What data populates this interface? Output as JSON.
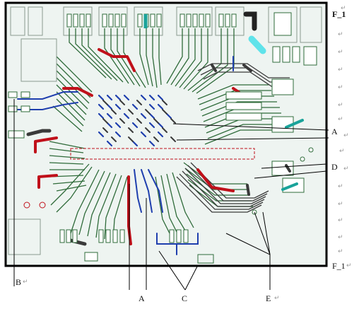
{
  "labels": {
    "top_right": "F_1",
    "bottom_right": "F_1",
    "callout_a_right": "A",
    "callout_d": "D",
    "callout_b": "B",
    "callout_a_bottom": "A",
    "callout_c": "C",
    "callout_e": "E"
  },
  "para_mark": "↵",
  "colors": {
    "board_fill": "#eef4f1",
    "board_border": "#000000",
    "trace_green": "#2f6b3a",
    "trace_red": "#c0101a",
    "trace_blue": "#1f3fae",
    "trace_dark": "#3a3a3a",
    "trace_teal": "#1aa39a",
    "cyan": "#5fe3ea",
    "pad": "#ffffff",
    "silk": "#8a9a90"
  }
}
